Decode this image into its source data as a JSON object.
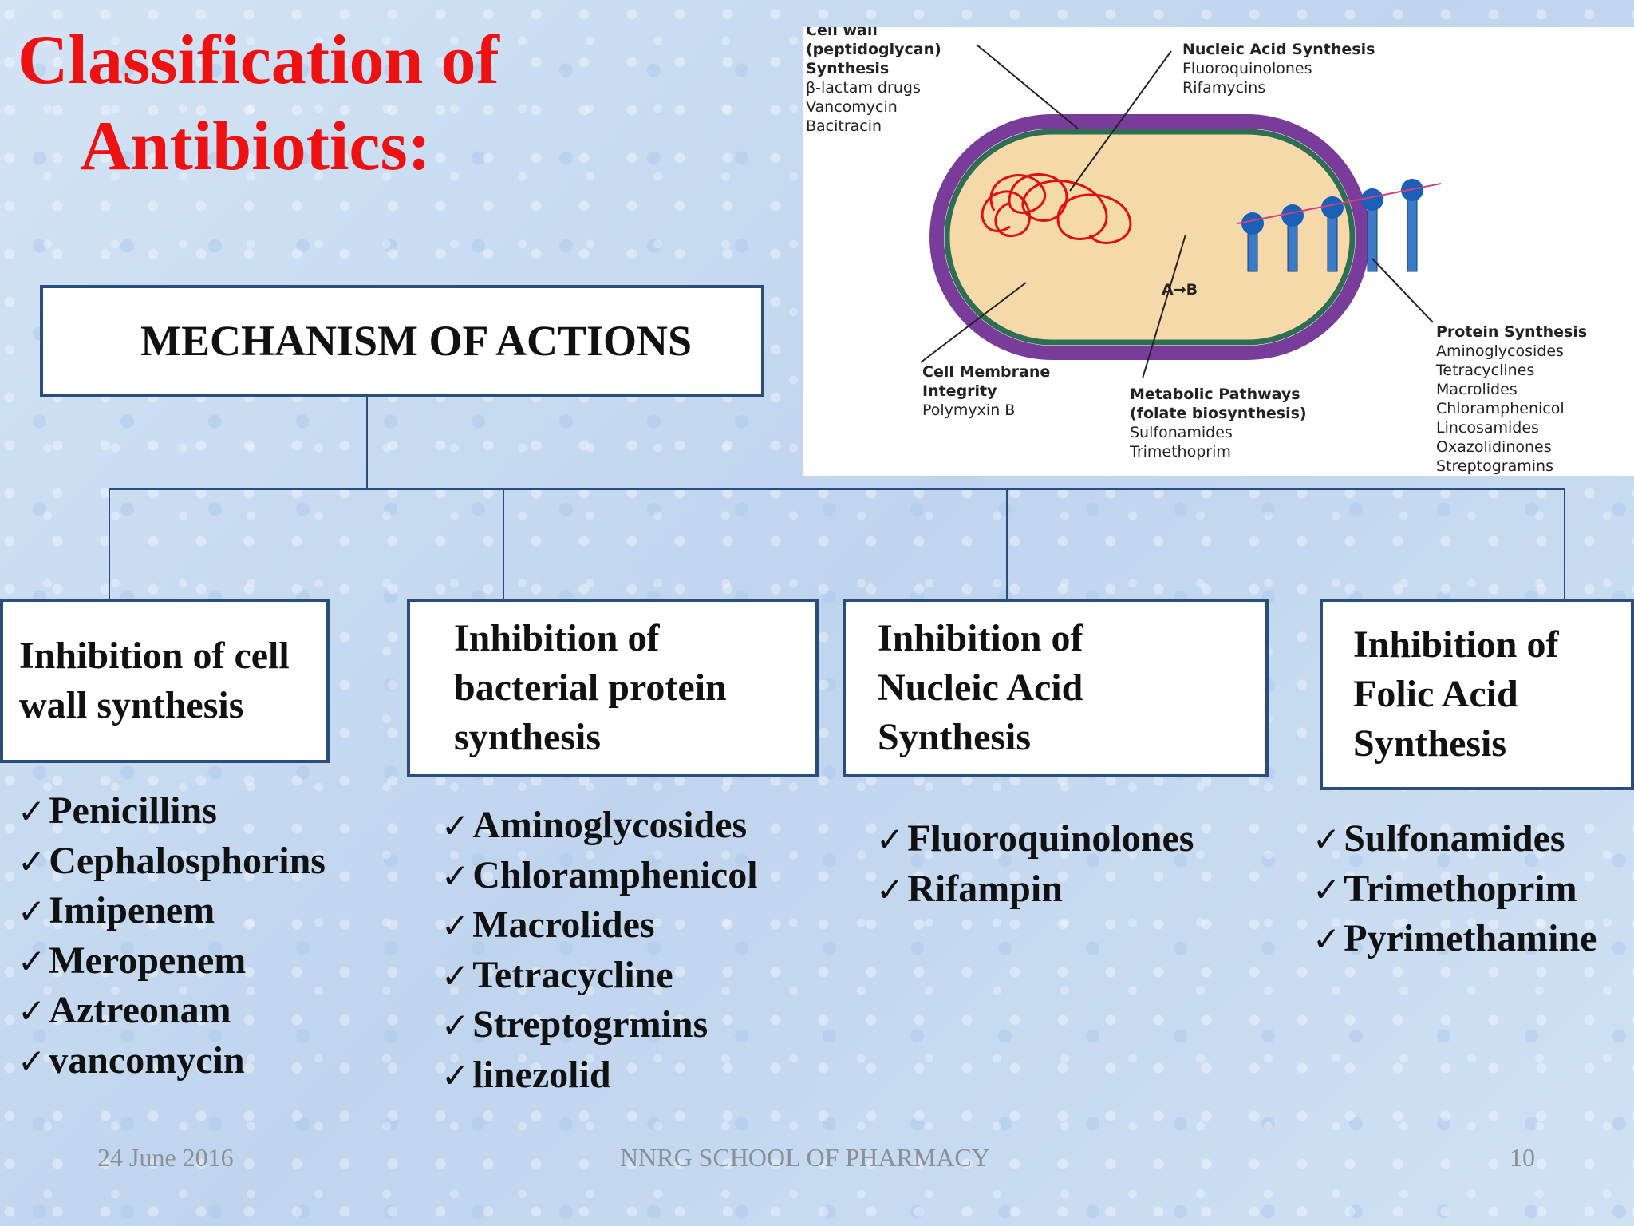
{
  "title": {
    "line1": "Classification of",
    "line2": "Antibiotics:"
  },
  "root": "MECHANISM OF ACTIONS",
  "categories": [
    {
      "label": "Inhibition of cell wall synthesis",
      "drugs": [
        "Penicillins",
        "Cephalosphorins",
        "Imipenem",
        "Meropenem",
        "Aztreonam",
        "vancomycin"
      ]
    },
    {
      "label": "Inhibition of bacterial protein synthesis",
      "drugs": [
        "Aminoglycosides",
        "Chloramphenicol",
        "Macrolides",
        "Tetracycline",
        "Streptogrmins",
        "linezolid"
      ]
    },
    {
      "label": "Inhibition of Nucleic Acid Synthesis",
      "drugs": [
        "Fluoroquinolones",
        "Rifampin"
      ]
    },
    {
      "label": "Inhibition of Folic Acid Synthesis",
      "drugs": [
        "Sulfonamides",
        "Trimethoprim",
        "Pyrimethamine"
      ]
    }
  ],
  "diagram": {
    "cell_wall": [
      "Cell wall",
      "(peptidoglycan)",
      "Synthesis",
      "β-lactam drugs",
      "Vancomycin",
      "Bacitracin"
    ],
    "nucleic": [
      "Nucleic Acid Synthesis",
      "Fluoroquinolones",
      "Rifamycins"
    ],
    "membrane": [
      "Cell Membrane",
      "Integrity",
      "Polymyxin B"
    ],
    "metabolic": [
      "Metabolic Pathways",
      "(folate biosynthesis)",
      "Sulfonamides",
      "Trimethoprim"
    ],
    "protein": [
      "Protein Synthesis",
      "Aminoglycosides",
      "Tetracyclines",
      "Macrolides",
      "Chloramphenicol",
      "Lincosamides",
      "Oxazolidinones",
      "Streptogramins"
    ],
    "reaction": "A→B"
  },
  "footer": {
    "date": "24 June 2016",
    "school": "NNRG SCHOOL OF PHARMACY",
    "page": "10"
  },
  "colors": {
    "title": "#ee1111",
    "border": "#2a4e7c",
    "wall": "#7a3c9a",
    "membrane": "#2e6e52",
    "cytoplasm": "#f6d9a8",
    "dna": "#e01010"
  }
}
